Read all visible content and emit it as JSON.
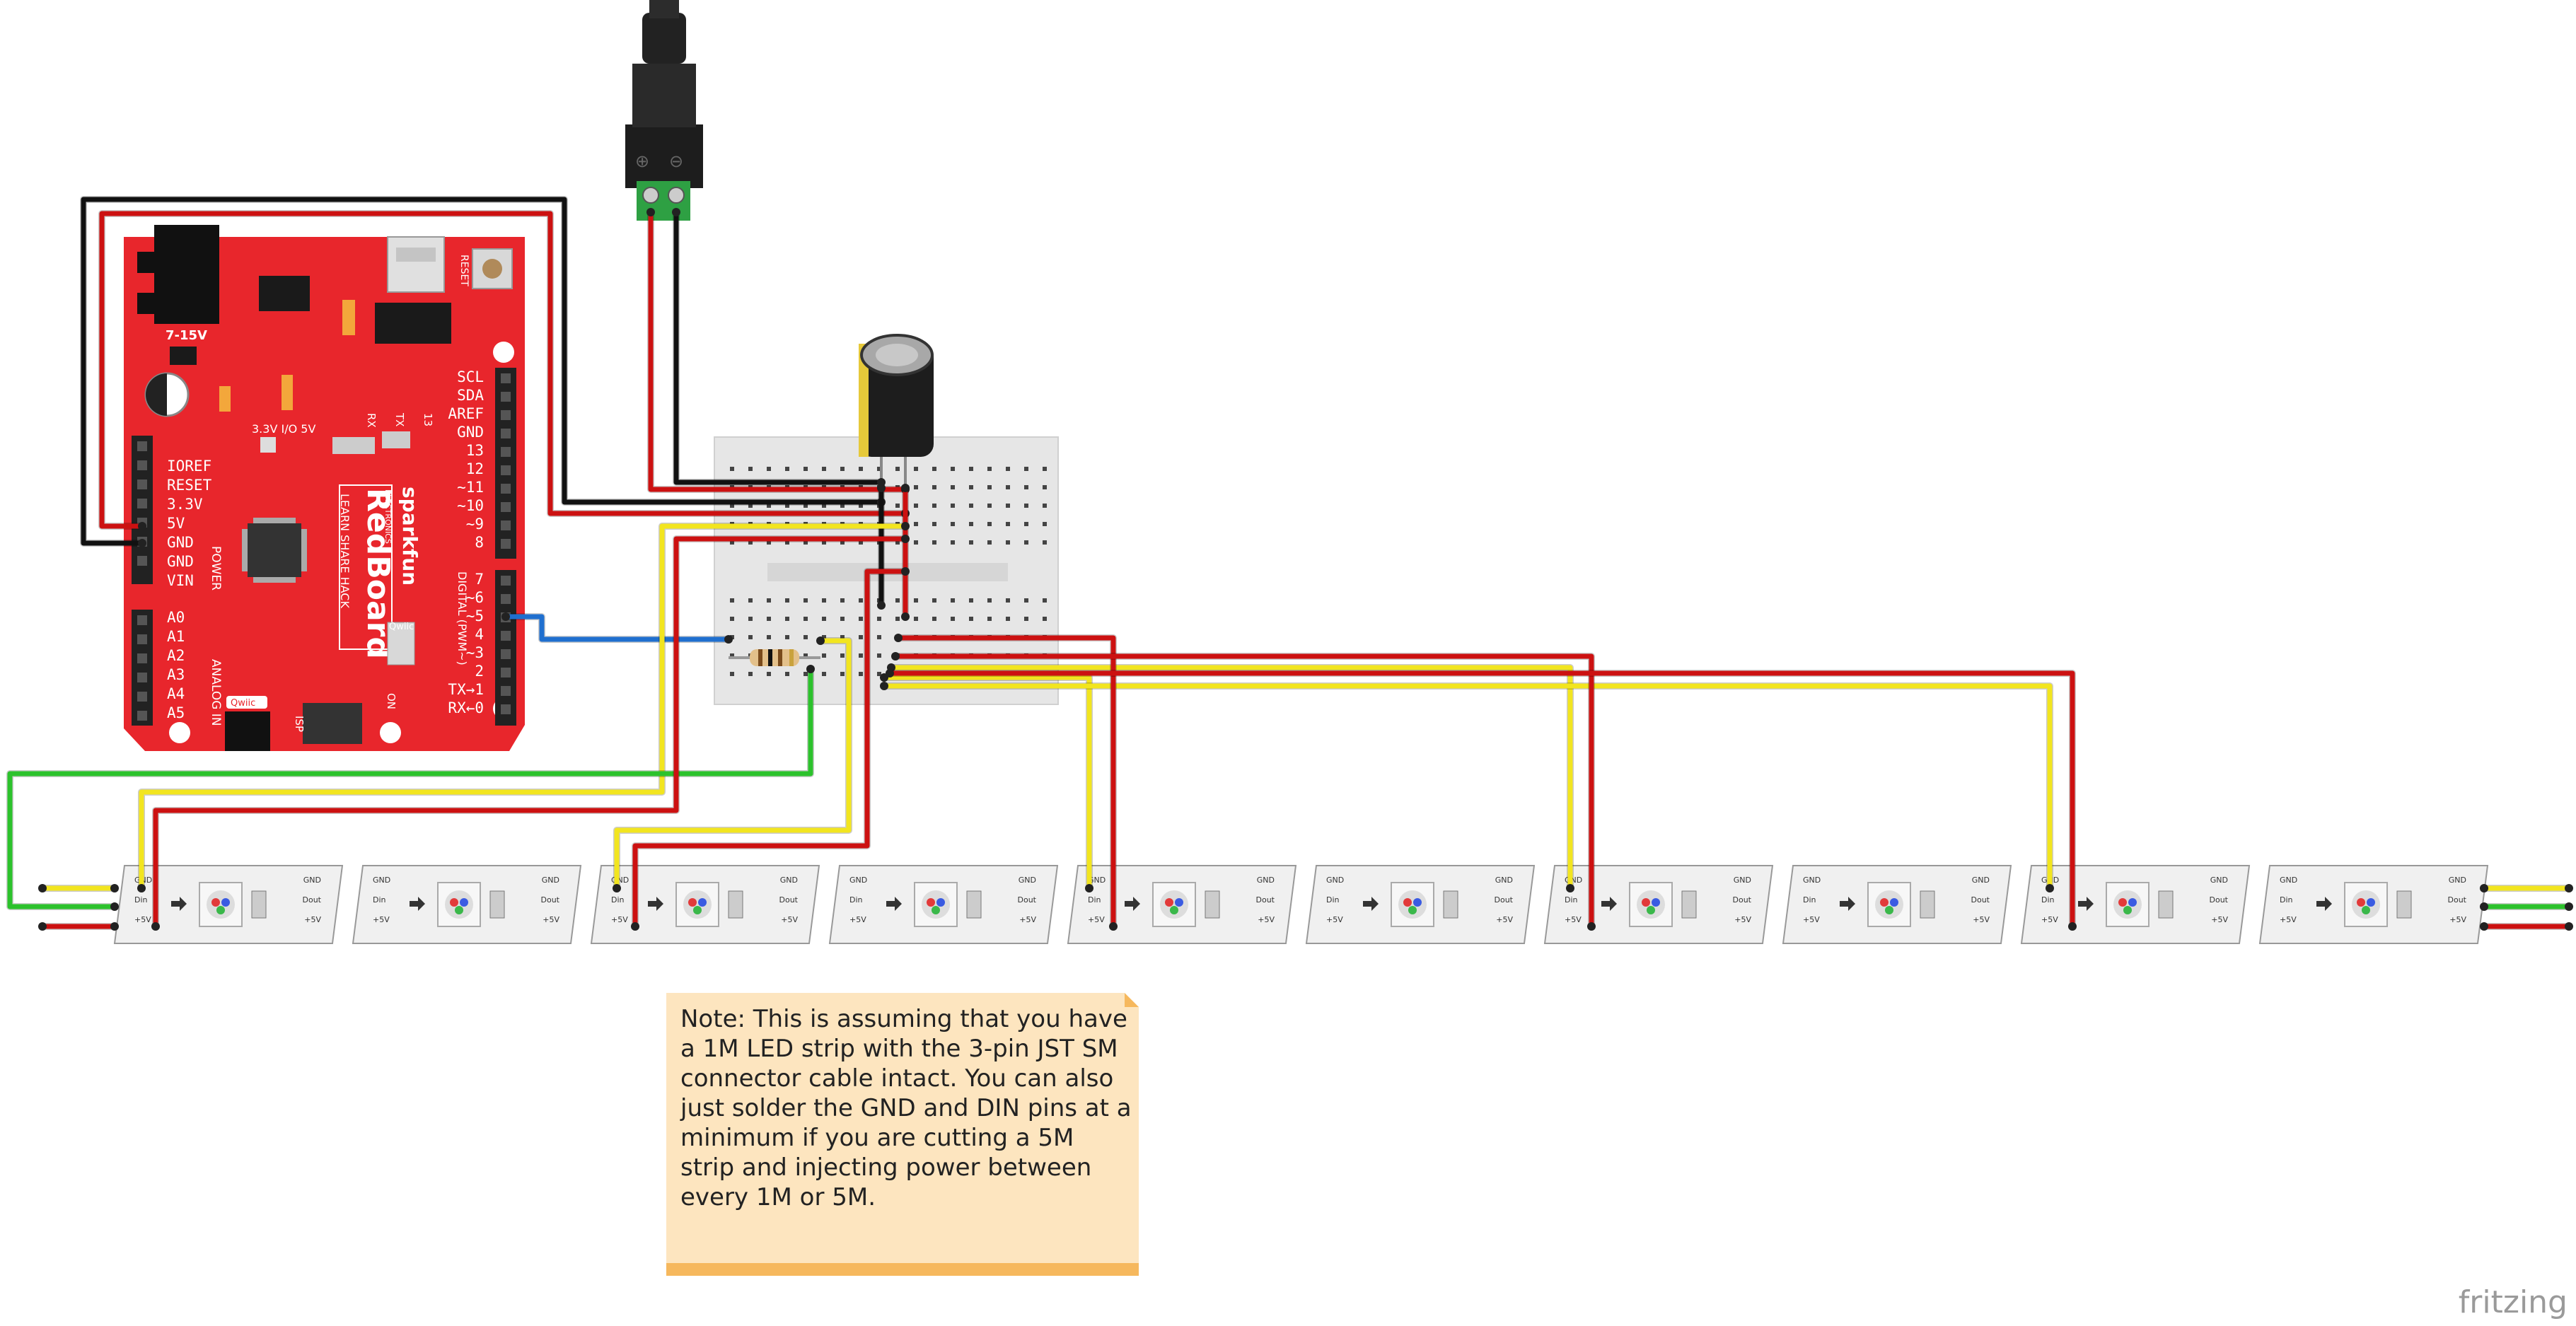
{
  "diagram": {
    "colors": {
      "wire_red": "#cc1111",
      "wire_black": "#111111",
      "wire_yellow": "#f2e51f",
      "wire_green": "#2cc22c",
      "wire_blue": "#1f6fcf",
      "board_red": "#e8262c",
      "breadboard": "#e6e6e6",
      "strip": "#f0f0f0",
      "note_bg": "#fde5bf",
      "note_border": "#f6b85d"
    },
    "redboard": {
      "brand": "sparkfun",
      "brand_sub": "ELECTRONICS",
      "name": "RedBoard",
      "tagline": "LEARN SHARE HACK",
      "power_label": "POWER",
      "analog_label": "ANALOG IN",
      "digital_label": "DIGITAL (PWM~)",
      "barrel_label": "7-15V",
      "io_label": "3.3V I/O 5V",
      "reset_label": "RESET",
      "isp_label": "ISP",
      "on_label": "ON",
      "qwiic_label": "Qwiic",
      "power_pins": [
        "IOREF",
        "RESET",
        "3.3V",
        "5V",
        "GND",
        "GND",
        "VIN"
      ],
      "analog_pins": [
        "A0",
        "A1",
        "A2",
        "A3",
        "A4",
        "A5"
      ],
      "digital_pins_top": [
        "SCL",
        "SDA",
        "AREF",
        "GND",
        "13",
        "12",
        "~11",
        "~10",
        "~9",
        "8"
      ],
      "digital_pins_bottom": [
        "7",
        "~6",
        "~5",
        "4",
        "~3",
        "2",
        "TX→1",
        "RX←0"
      ],
      "tx_rx": [
        "RX",
        "TX",
        "13"
      ]
    },
    "power_jack": {
      "symbols": [
        "⊕",
        "⊖"
      ]
    },
    "led_strip": {
      "segments": [
        {
          "in": "GND",
          "din": "Din",
          "v": "+5V",
          "out": "GND",
          "dout": "Dout",
          "vout": "+5V"
        },
        {
          "in": "GND",
          "din": "Din",
          "v": "+5V",
          "out": "GND",
          "dout": "Dout",
          "vout": "+5V"
        },
        {
          "in": "GND",
          "din": "Din",
          "v": "+5V",
          "out": "GND",
          "dout": "Dout",
          "vout": "+5V"
        },
        {
          "in": "GND",
          "din": "Din",
          "v": "+5V",
          "out": "GND",
          "dout": "Dout",
          "vout": "+5V"
        },
        {
          "in": "GND",
          "din": "Din",
          "v": "+5V",
          "out": "GND",
          "dout": "Dout",
          "vout": "+5V"
        },
        {
          "in": "GND",
          "din": "Din",
          "v": "+5V",
          "out": "GND",
          "dout": "Dout",
          "vout": "+5V"
        },
        {
          "in": "GND",
          "din": "Din",
          "v": "+5V",
          "out": "GND",
          "dout": "Dout",
          "vout": "+5V"
        },
        {
          "in": "GND",
          "din": "Din",
          "v": "+5V",
          "out": "GND",
          "dout": "Dout",
          "vout": "+5V"
        },
        {
          "in": "GND",
          "din": "Din",
          "v": "+5V",
          "out": "GND",
          "dout": "Dout",
          "vout": "+5V"
        },
        {
          "in": "GND",
          "din": "Din",
          "v": "+5V",
          "out": "GND",
          "dout": "Dout",
          "vout": "+5V"
        }
      ]
    },
    "note": {
      "text": "Note: This is assuming that you have a 1M LED strip with the 3-pin JST SM connector cable intact. You can also just solder the GND and DIN pins at a minimum if you are cutting a 5M strip and injecting power between every 1M or 5M."
    },
    "logo": "fritzing"
  }
}
